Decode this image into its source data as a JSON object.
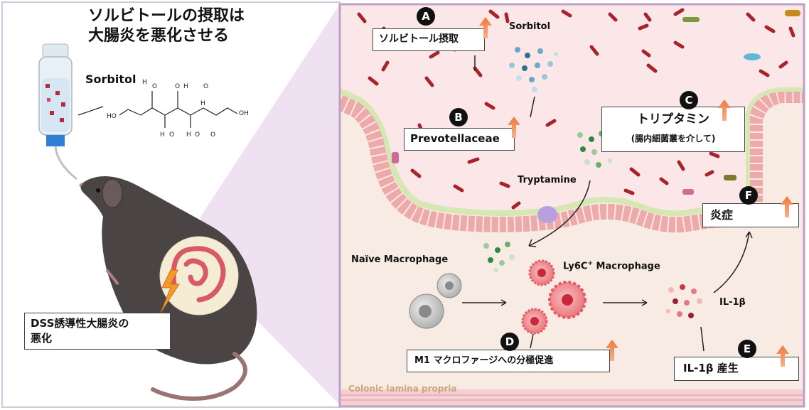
{
  "headline_line1": "ソルビトールの摂取は",
  "headline_line2": "大腸炎を悪化させる",
  "left": {
    "sorbitol_label": "Sorbitol",
    "dss_line1": "DSS誘導性大腸炎の",
    "dss_line2": "悪化"
  },
  "right": {
    "sorbitol_label": "Sorbitol",
    "tryptamine_label": "Tryptamine",
    "naive_label": "Naïve  Macrophage",
    "ly6c_label": "Ly6C",
    "ly6c_sup": "+",
    "ly6c_suffix": " Macrophage",
    "il1b_label": "IL-1β",
    "lamina_label": "Colonic lamina propria"
  },
  "steps": {
    "A": {
      "badge": "A",
      "text": "ソルビトール摂取"
    },
    "B": {
      "badge": "B",
      "text": "Prevotellaceae"
    },
    "C": {
      "badge": "C",
      "line1": "トリプタミン",
      "line2": "(腸内細菌叢を介して)"
    },
    "D": {
      "badge": "D",
      "text": "M1 マクロファージへの分極促進"
    },
    "E": {
      "badge": "E",
      "text": "IL-1β  産生"
    },
    "F": {
      "badge": "F",
      "text": "炎症"
    }
  },
  "colors": {
    "up_arrow": "#f0874a",
    "panel_border": "#bca0c8",
    "lumen": "#fbe8ea",
    "lamina": "#f7ebe3",
    "bacteria": "#a8232c",
    "epithelium": "#eea9ab"
  },
  "icons": [
    "water-bottle-icon",
    "mouse-icon",
    "colon-icon",
    "lightning-icon",
    "bacteria-icon",
    "macrophage-icon",
    "up-arrow-icon"
  ]
}
